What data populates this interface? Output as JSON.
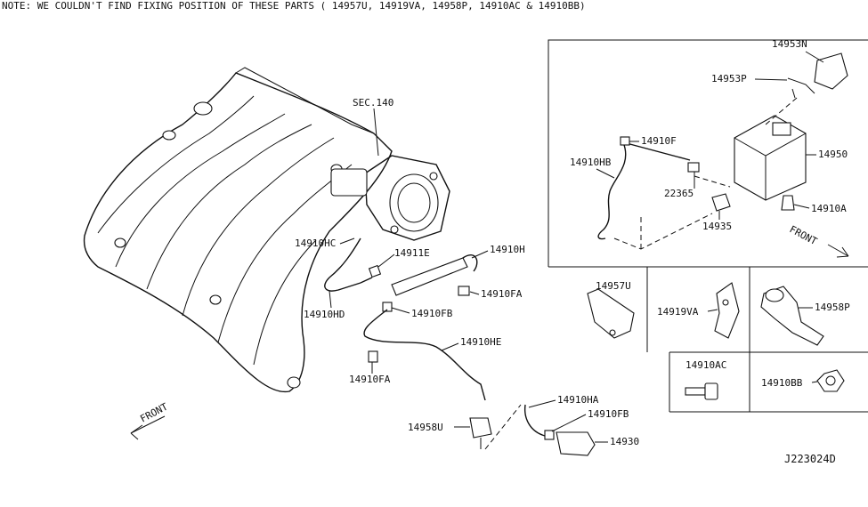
{
  "note": "NOTE: WE COULDN'T FIND FIXING POSITION OF THESE PARTS ( 14957U, 14919VA, 14958P, 14910AC & 14910BB)",
  "diagram_code": "J223024D",
  "labels": {
    "sec140": "SEC.140",
    "p14910HC": "14910HC",
    "p14911E": "14911E",
    "p14910H": "14910H",
    "p14910FA_a": "14910FA",
    "p14910HD": "14910HD",
    "p14910FB_a": "14910FB",
    "p14910HE": "14910HE",
    "p14910FA_b": "14910FA",
    "p14958U": "14958U",
    "p14910HA": "14910HA",
    "p14910FB_b": "14910FB",
    "p14930": "14930",
    "front_left": "FRONT",
    "p14953N": "14953N",
    "p14953P": "14953P",
    "p14910F": "14910F",
    "p14910HB": "14910HB",
    "p14950": "14950",
    "p22365": "22365",
    "p14910A": "14910A",
    "p14935": "14935",
    "front_right": "FRONT",
    "p14957U": "14957U",
    "p14919VA": "14919VA",
    "p14958P": "14958P",
    "p14910AC": "14910AC",
    "p14910BB": "14910BB"
  }
}
